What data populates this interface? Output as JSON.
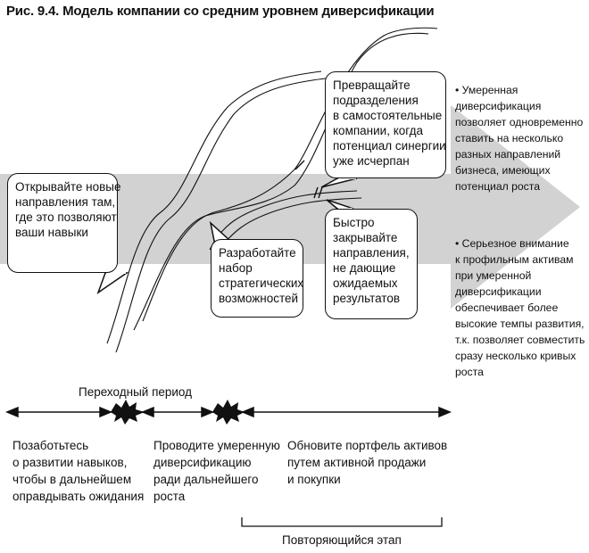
{
  "title": "Рис. 9.4. Модель компании со средним уровнем диверсификации",
  "bubbles": {
    "new_directions": [
      "Открывайте новые",
      "направления там,",
      "где это позволяют",
      "ваши навыки"
    ],
    "strategic_options": [
      "Разработайте",
      "набор",
      "стратегических",
      "возможностей"
    ],
    "spin_off": [
      "Превращайте",
      "подразделения",
      "в самостоятельные",
      "компании, когда",
      "потенциал синергии",
      "уже исчерпан"
    ],
    "close_fast": [
      "Быстро",
      "закрывайте",
      "направления,",
      "не дающие",
      "ожидаемых",
      "результатов"
    ]
  },
  "side_notes": [
    [
      "• Умеренная",
      "диверсификация",
      "позволяет одновременно",
      "ставить на несколько",
      "разных направлений",
      "бизнеса, имеющих",
      "потенциал роста"
    ],
    [
      "• Серьезное внимание",
      "к профильным активам",
      "при умеренной",
      "диверсификации",
      "обеспечивает более",
      "высокие темпы развития,",
      "т.к. позволяет совместить",
      "сразу несколько кривых",
      "роста"
    ]
  ],
  "timeline": {
    "transition_label": "Переходный период",
    "phases": [
      [
        "Позаботьтесь",
        "о развитии навыков,",
        "чтобы в дальнейшем",
        "оправдывать ожидания"
      ],
      [
        "Проводите умеренную",
        "диверсификацию",
        "ради дальнейшего",
        "роста"
      ],
      [
        "Обновите портфель активов",
        "путем активной продажи",
        "и покупки"
      ]
    ],
    "repeat_label": "Повторяющийся этап"
  },
  "colors": {
    "arrow_fill": "#d2d2d2",
    "line": "#111111"
  }
}
